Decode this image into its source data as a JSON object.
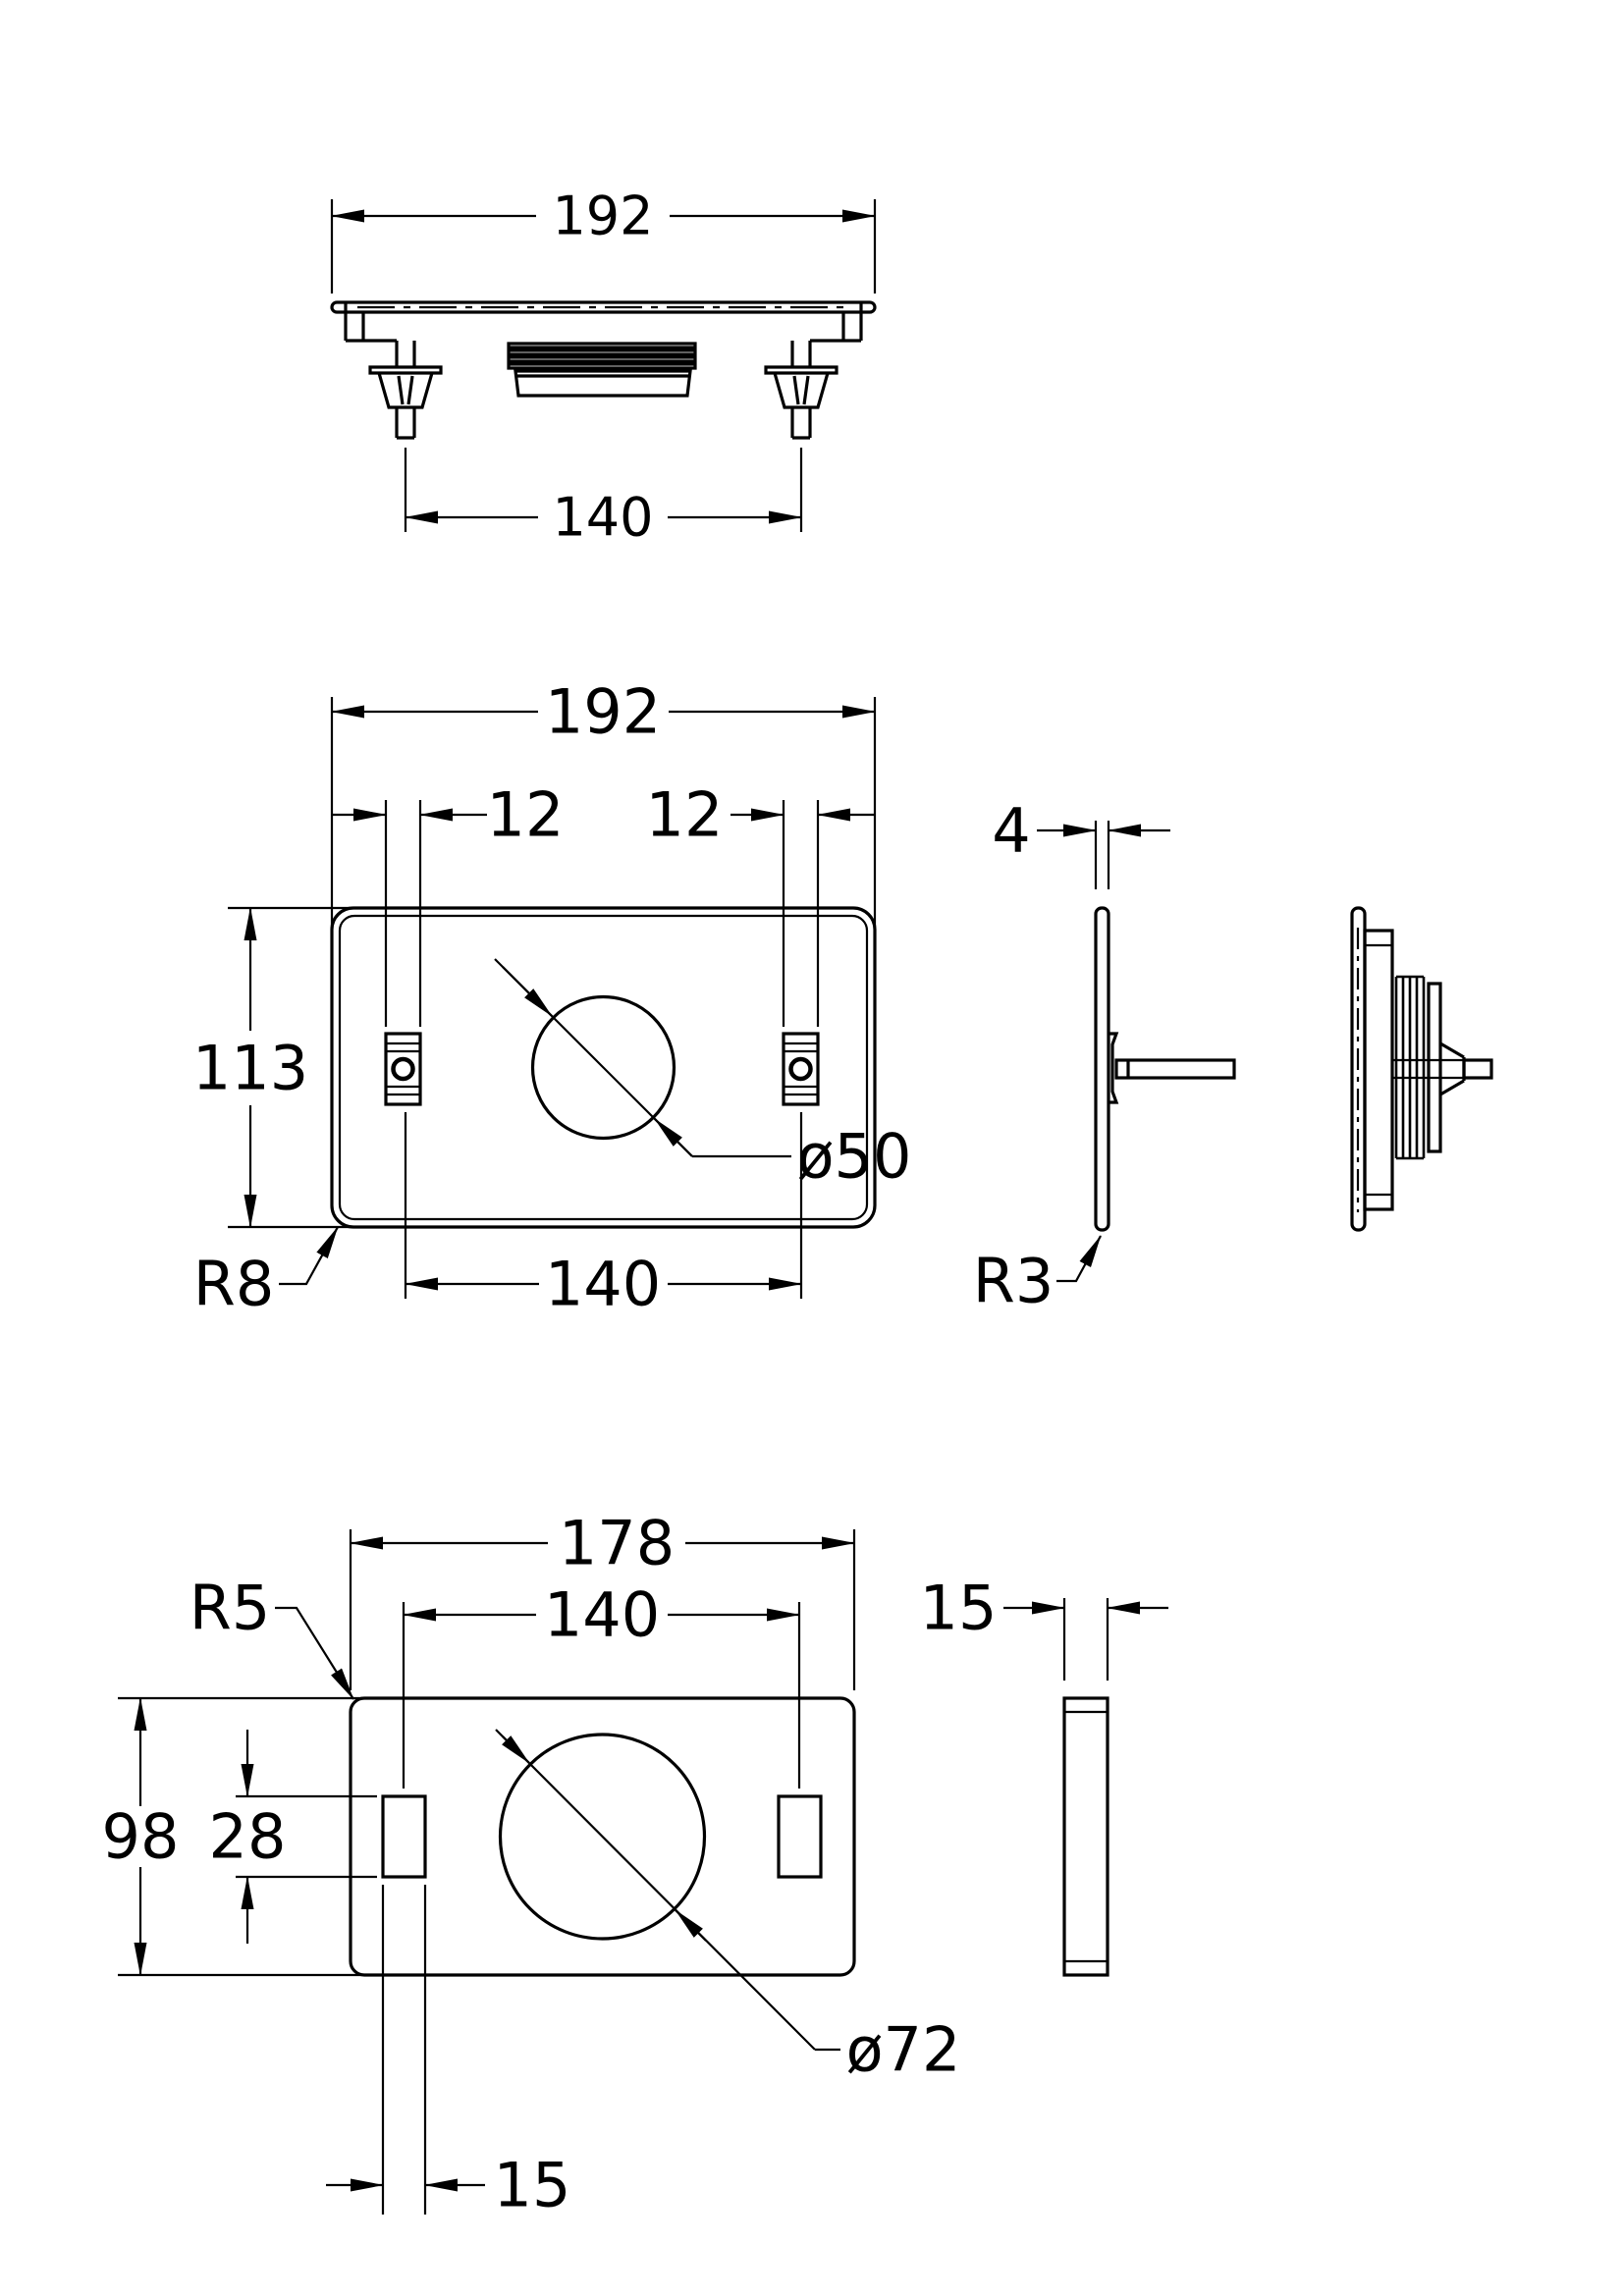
{
  "colors": {
    "ink": "#000000",
    "background": "#ffffff"
  },
  "views": {
    "top_profile": {
      "width": "192",
      "clip_spacing": "140"
    },
    "front": {
      "width": "192",
      "clip_width_left": "12",
      "clip_width_right": "12",
      "height": "113",
      "hole_diameter": "ø50",
      "corner_radius": "R8",
      "clip_spacing": "140"
    },
    "side": {
      "thickness": "4",
      "tip_radius": "R3"
    },
    "bottom_plate": {
      "width": "178",
      "hole_spacing": "140",
      "corner_radius": "R5",
      "height": "98",
      "slot_height": "28",
      "slot_width": "15",
      "thickness": "15",
      "hole_diameter": "ø72"
    }
  }
}
